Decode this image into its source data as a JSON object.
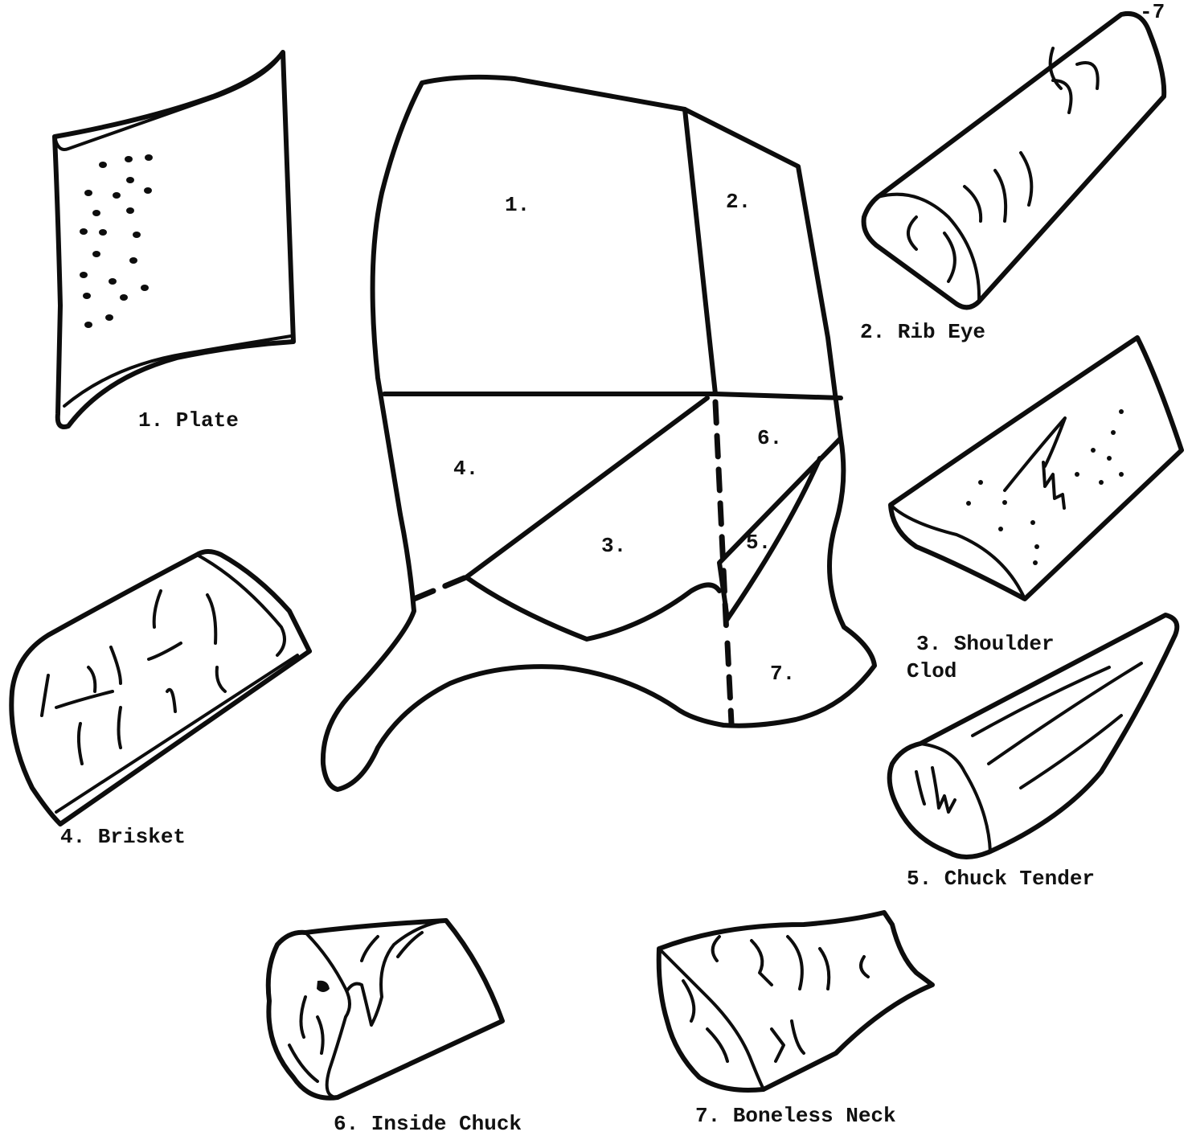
{
  "page_marks": {
    "corner_mark": "-7"
  },
  "chuck": {
    "region_numbers": [
      "1.",
      "2.",
      "3.",
      "4.",
      "5.",
      "6.",
      "7."
    ]
  },
  "cuts": [
    {
      "label": "1. Plate"
    },
    {
      "label": "2. Rib Eye"
    },
    {
      "label_line1": "3. Shoulder",
      "label_line2": "Clod"
    },
    {
      "label": "4. Brisket"
    },
    {
      "label": "5. Chuck Tender"
    },
    {
      "label": "6. Inside Chuck"
    },
    {
      "label": "7. Boneless Neck"
    }
  ],
  "colors": {
    "ink": "#0d0d0d",
    "paper": "#ffffff"
  }
}
